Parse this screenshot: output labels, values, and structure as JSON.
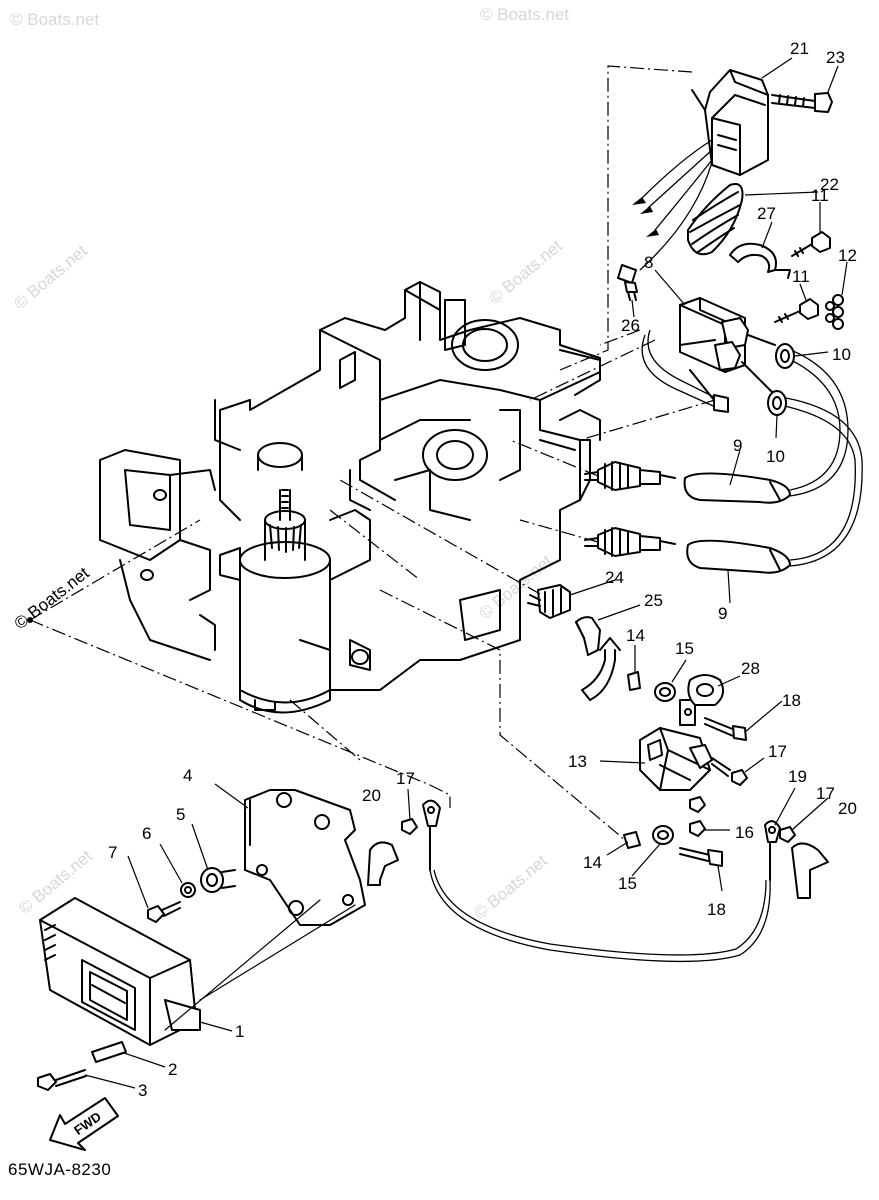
{
  "diagram": {
    "code": "65WJA-8230",
    "watermark": "© Boats.net",
    "fwd_label": "FWD",
    "callouts": {
      "c1": "1",
      "c2": "2",
      "c3": "3",
      "c4": "4",
      "c5": "5",
      "c6": "6",
      "c7": "7",
      "c8": "8",
      "c9": "9",
      "c10": "10",
      "c11": "11",
      "c12": "12",
      "c13": "13",
      "c14": "14",
      "c15": "15",
      "c16": "16",
      "c17": "17",
      "c18": "18",
      "c19": "19",
      "c20": "20",
      "c21": "21",
      "c22": "22",
      "c23": "23",
      "c24": "24",
      "c25": "25",
      "c26": "26",
      "c27": "27",
      "c28": "28"
    }
  }
}
